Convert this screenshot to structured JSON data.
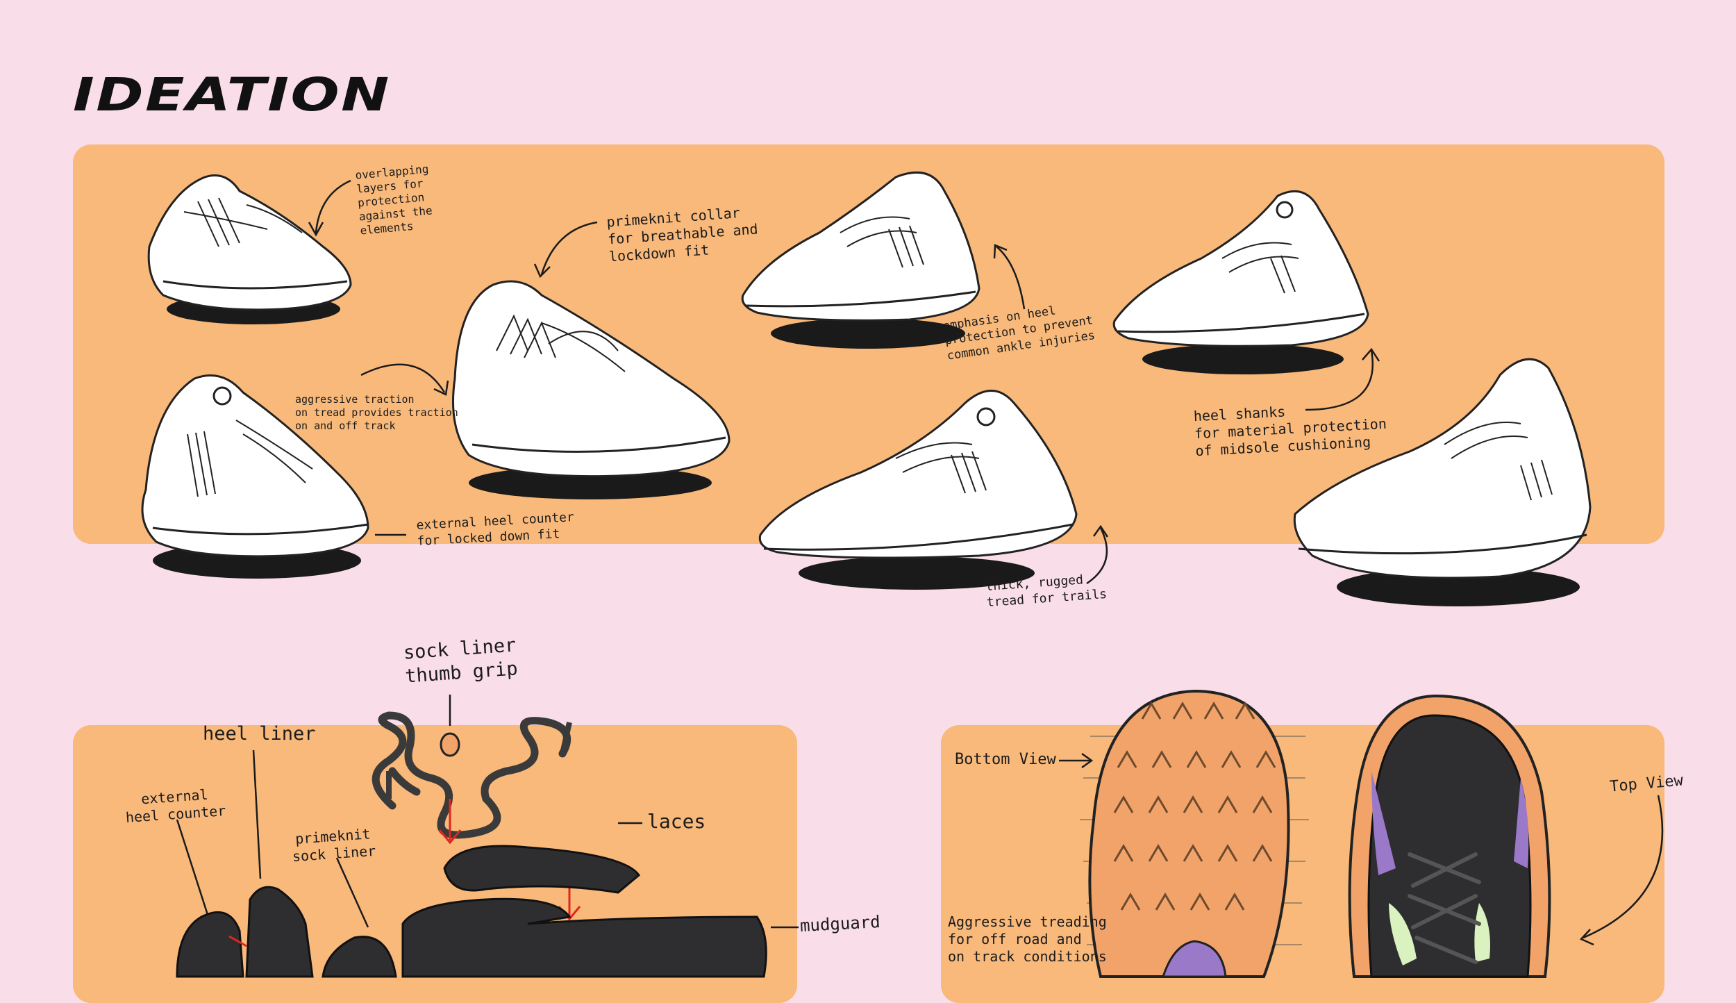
{
  "page": {
    "title": "IDEATION"
  },
  "sketch_notes": [
    {
      "name": "note-overlapping-layers",
      "text": "overlapping\nlayers for\nprotection\nagainst the\nelements"
    },
    {
      "name": "note-primeknit-collar",
      "text": "primeknit collar\nfor breathable and\nlockdown fit"
    },
    {
      "name": "note-aggressive-traction",
      "text": "aggressive traction\non tread provides traction\non and off track"
    },
    {
      "name": "note-external-heel-counter",
      "text": "external heel counter\nfor locked down fit"
    },
    {
      "name": "note-emphasis-heel",
      "text": "emphasis on heel\nprotection to prevent\ncommon ankle injuries"
    },
    {
      "name": "note-heel-shanks",
      "text": "heel shanks\nfor material protection\nof midsole cushioning"
    },
    {
      "name": "note-thick-rugged",
      "text": "thick, rugged\ntread for trails"
    }
  ],
  "exploded_view": {
    "labels": [
      {
        "name": "label-sock-liner-thumb-grip",
        "text": "sock liner\nthumb grip"
      },
      {
        "name": "label-heel-liner",
        "text": "heel liner"
      },
      {
        "name": "label-external-heel-counter",
        "text": "external\nheel counter"
      },
      {
        "name": "label-primeknit-sock-liner",
        "text": "primeknit\nsock liner"
      },
      {
        "name": "label-laces",
        "text": "laces"
      },
      {
        "name": "label-mudguard",
        "text": "mudguard"
      }
    ]
  },
  "views": {
    "labels": [
      {
        "name": "label-bottom-view",
        "text": "Bottom View"
      },
      {
        "name": "label-top-view",
        "text": "Top View"
      },
      {
        "name": "label-aggressive-treading",
        "text": "Aggressive treading\nfor off road and\non track conditions"
      }
    ]
  },
  "colors": {
    "background": "#f9dde8",
    "panel": "#f8b97b",
    "ink": "#1b1b1b",
    "arrow_red": "#e0261f",
    "sole_orange": "#f2a36a",
    "upper_dark": "#2e2d30",
    "accent_purple": "#9b79c9",
    "accent_green": "#d9f2c0"
  }
}
